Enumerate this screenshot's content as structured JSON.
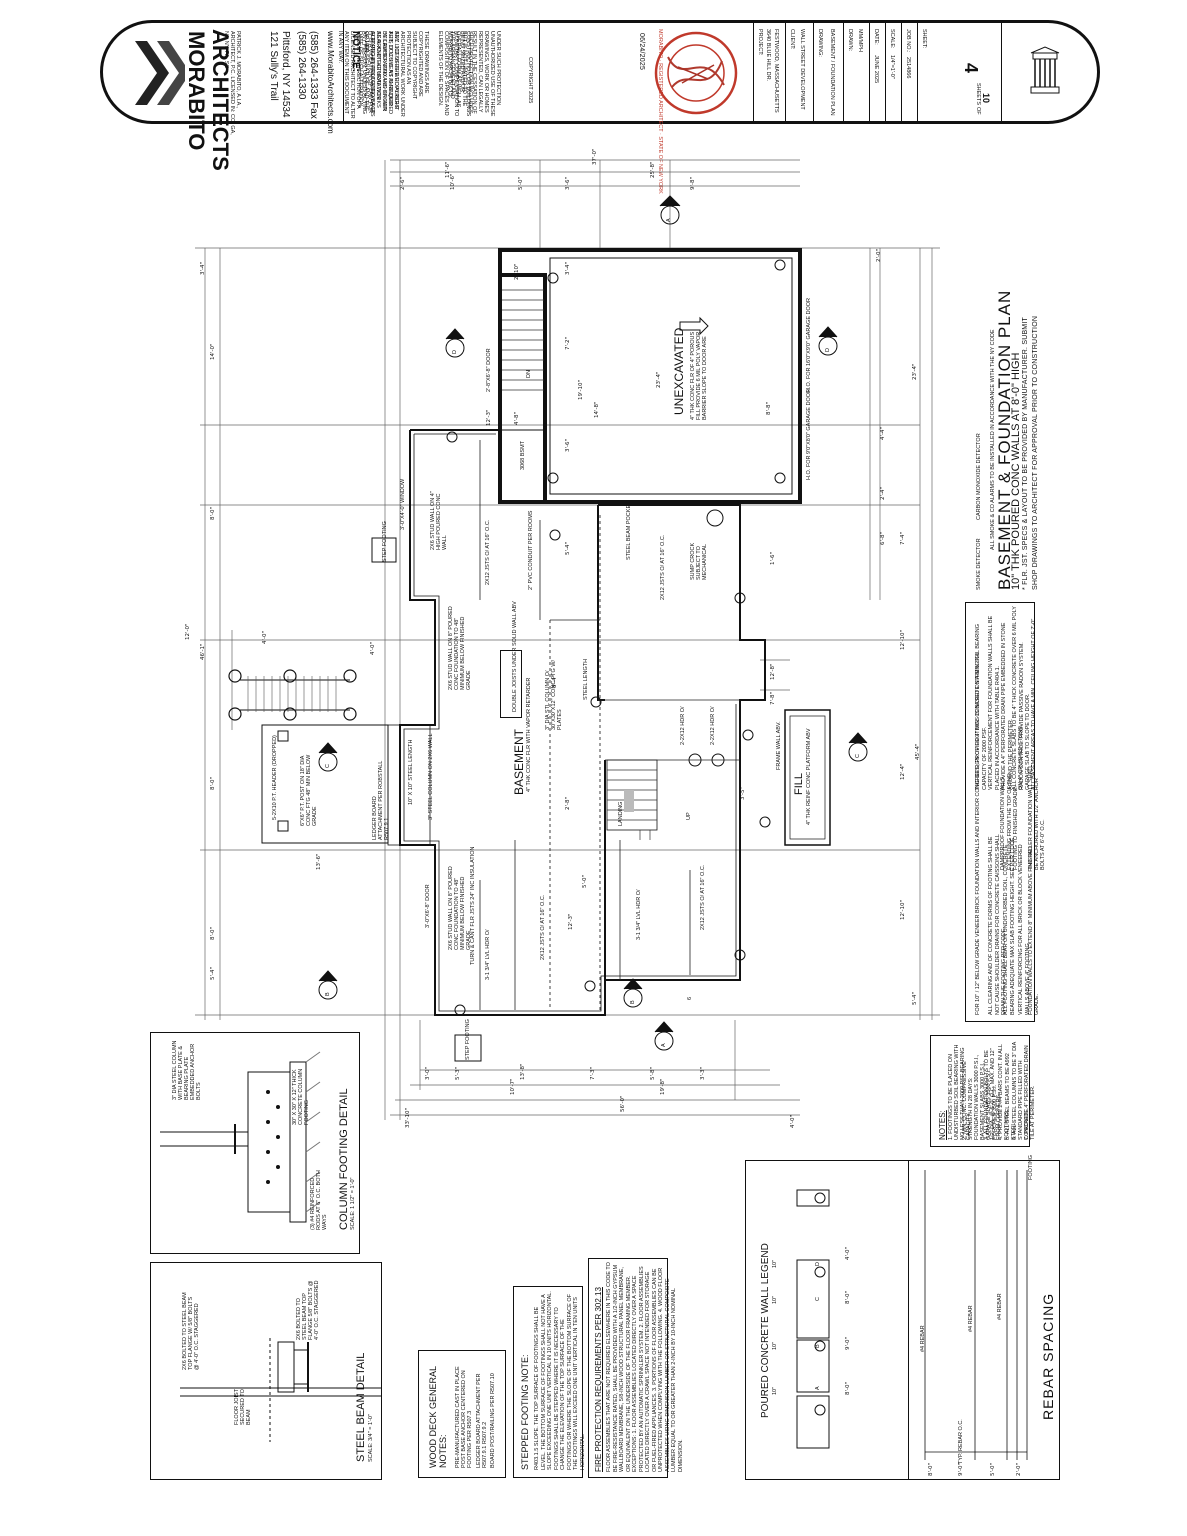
{
  "title_block": {
    "firm_line1": "MORABITO",
    "firm_line2": "ARCHITECTS",
    "firm_fine": "PATRICK J. MORABITO, A.I.A., ARCHITECT, P.C. LICENSED IN: CO, GA, NJ, NY, PA, SC",
    "address1": "121 Sully's Trail",
    "address2": "Pittsford, NY 14534",
    "phone": "(585) 264-1330",
    "fax": "(585) 264-1333 Fax",
    "web": "www.MorabitoArchitects.com",
    "notice_heading": "NOTICE:",
    "notice_p1": "IT IS A VIOLATION OF LAW FOR ANY PERSON, UNLESS ACTING UNDER THE DIRECTION OF A LICENSED ARCHITECT TO ALTER ANY ITEM ON THIS DOCUMENT IN ANY WAY.",
    "notice_p2": "ANY LICENSEE WHO ALTERS THIS DOCUMENT IS REQUIRED BY LAW TO AFFIX HIS OR HER SEAL AND THE NOTATION ALTERED BY FOLLOWED BY HIS OR HER SIGNATURE AND THE DATE OF SUCH ALTERATION.",
    "notice_p3": "THESE DRAWINGS ARE COPYRIGHTED AND ARE SUBJECT TO COPYRIGHT PROTECTION AS AN ARCHITECTURAL WORK UNDER SEC. 102 OF THE COPYRIGHT ACT, 17 U.S.C. AS AMENDED DECEMBER 1990 AND KNOWN AS ARCHITECTURAL WORKS COPYRIGHT PROTECTION ACT OF 1990.",
    "notice_p4": "SUCH PROTECTION INCLUDES BUT IS NOT LIMITED TO THE OVERALL FORM AS WELL AS THE ARRANGEMENT AND COMPOSITION OF SPACES AND ELEMENTS OF THE DESIGN.",
    "notice_p5": "UNDER SUCH PROTECTION UNAUTHORIZED USE OF THESE DRAWINGS, WORK OR HOMES REPRESENTED, CAN LEGALLY RESULT IN THE CESSATION OF CONSTRUCTION OR BUILDINGS BEING SEIZED AND/OR MONETARY COMPENSATION TO MORABITO ARCHITECTS.",
    "copyright": "COPYRIGHT 2025",
    "seal_date": "06/24/2025",
    "seal_text": "MORABITO · REGISTERED ARCHITECT · STATE OF NEW YORK",
    "project_label": "PROJECT:",
    "project_value1": "3640 BLUE HILL DR.",
    "project_value2": "FESTWOOD, MASSACHUSETTS",
    "client_label": "CLIENT:",
    "client_value": "WALL STREET DEVELOPMENT",
    "drawing_label": "DRAWING:",
    "drawing_value": "BASEMENT / FOUNDATION PLAN",
    "drawn_label": "DRAWN:",
    "drawn_value": "MM/MPH",
    "date_label": "DATE:",
    "date_value": "JUNE 2025",
    "scale_label": "SCALE:",
    "scale_value": "1/4\"=1'-0\"",
    "job_label": "JOB NO.:",
    "job_value": "2514866",
    "sheet_label": "SHEET:",
    "sheet_value": "4",
    "of_label": "OF",
    "sheets_total": "10",
    "sheets_label": "SHEETS"
  },
  "plan": {
    "title": "BASEMENT & FOUNDATION PLAN",
    "subtitle": "10\" THK POURED CONC WALLS AT 8'-0\" HIGH",
    "note1": "* FLR. JST. SPECS & LAYOUT TO BE PROVIDED BY MANUFACTURER. SUBMIT",
    "note2": "SHOP DRAWINGS TO ARCHITECT FOR APPROVAL PRIOR TO CONSTRUCTION",
    "unexcavated": "UNEXCAVATED",
    "garage_note": "4\" THK CONC FLR OF 4\" POROUS FILL PROVIDE 6 MIL POLY VAPOR BARRIER SLOPE TO DOOR ARE",
    "basement": "BASEMENT",
    "basement_note": "4\" THK CONC FLR WITH VAPOR RETARDER",
    "fill": "FILL",
    "fill_note": "4\" THK REINF CONC PLATFORM ABV",
    "garage_door_1": "H.O. FOR 16'0\"X9'0\" GARAGE DOOR",
    "garage_door_2": "H.O. FOR 9'0\"X8'0\" GARAGE DOOR",
    "joists_1": "2X12 JSTS O/ AT 16\" O.C.",
    "joists_2": "2X12 JSTS O/ AT 16\" O.C.",
    "joists_3": "2X12 JSTS O/ AT 16\" O.C.",
    "joists_4": "2X12 JSTS O/ AT 16\" O.C.",
    "lvl_1": "3-1 3/4\" LVL HDR O/",
    "lvl_2": "3-1 3/4\" LVL HDR O/",
    "lvl_3": "2-2X12 HDR O/",
    "lvl_4": "2-2X12 HDR O/",
    "steel_length": "STEEL LENGTH",
    "col_note": "3\" DIA STL COLUMN O/ 30\"X30\"X12\" CONC FTG W/ PLATES",
    "sump": "SUMP CROCK SUBJECT TO MECHANICAL",
    "steel_beam_pocket": "STEEL BEAM POCKET",
    "pipe_note": "2\" PVC CONDUIT PER ROOMS",
    "double_joists": "DOUBLE JOISTS UNDER SOLID WALL ABV",
    "wall_1": "2X6 STUD WALL ON 4\" HIGH POURED CONC WALL",
    "wall_2": "2X6 STUD WALL ON 8\" POURED CONC FOUNDATION TO 48\" MINIMUM BELOW FINISHED GRADE",
    "wall_3": "2X6 STUD WALL ON 8\" POURED CONC FOUNDATION TO 48\" MINIMUM BELOW FINISHED GRADE",
    "wall_4": "TURN & CANT FLR JSTS 24\" INC INSULATION",
    "step_footing_1": "STEP FOOTING",
    "step_footing_2": "STEP FOOTING",
    "beam_note": "10\" X 10\" STEEL LENGTH",
    "column_note_2": "3\" STEEL COLUMN ON 2X6 WALL",
    "ledger": "LEDGER BOARD ATTACHMENT PER ROBSTALL R507.9.1",
    "header_note": "5-2X10 P.T. HEADER (DROPPED)",
    "post_note": "6\"X6\" P.T. POST ON 18\" DIA CONC FTG 48\" MIN BELOW GRADE",
    "frame_wall": "FRAME WALL ABV.",
    "landing": "LANDING",
    "up_label": "UP",
    "dn_label": "DN",
    "smoke_legend": "SMOKE DETECTOR",
    "co_legend": "CARBON MONOXIDE DETECTOR",
    "alarm_note": "ALL SMOKE & CO ALARMS TO BE INSTALLED IN ACCORDANCE WITH THE NY CODE",
    "window_1": "3'-0\"X4'-0\" WINDOW",
    "window_2": "3068 BSMT",
    "door_1": "2'-8\"X6'-8\" DOOR",
    "door_2": "3'-0\"X6'-8\" DOOR",
    "dims_top": [
      "37'-0\"",
      "11'-6\"",
      "25'-8\"",
      "2'-6\"",
      "10'-6\"",
      "9'-8\"",
      "5'-0\"",
      "3'-6\"",
      "4'-0\""
    ],
    "dims_left": [
      "3'-4\"",
      "14'-0\"",
      "8'-0\"",
      "12'-0\"",
      "46'-1\"",
      "8'-0\"",
      "8'-0\"",
      "5'-4\""
    ],
    "dims_right": [
      "2'-0\"",
      "23'-4\"",
      "4'-4\"",
      "2'-4\"",
      "6'-8\"",
      "7'-4\"",
      "12'-10\"",
      "45'-4\"",
      "12'-4\"",
      "12'-10\"",
      "5'-4\""
    ],
    "dims_bottom": [
      "3'-0\"",
      "5'-3\"",
      "13'-8\"",
      "7'-3\"",
      "5'-8\"",
      "3'-3\"",
      "10'-7\"",
      "19'-8\"",
      "56'-0\"",
      "33'-10\"",
      "4'-0\""
    ],
    "interior_dims": [
      "2'-10\"",
      "3'-4\"",
      "7'-2\"",
      "19'-10\"",
      "23'-4\"",
      "14'-8\"",
      "8'-8\"",
      "12'-3\"",
      "4'-8\"",
      "3'-6\"",
      "12'-3\"",
      "5'-4\"",
      "2'-8\"",
      "8'-4\"",
      "5'-0\"",
      "12'-8\"",
      "7'-8\"",
      "1'-6\"",
      "4'-0\"",
      "13'-6\"",
      "3'-5\""
    ],
    "section_a": "A",
    "section_b": "B",
    "section_c": "C",
    "section_d": "D",
    "sheet_ref": "6"
  },
  "notes_box_1": {
    "items": [
      "FOR 10\" / 12\" BELOW GRADE VENEER BRICK FOUNDATION WALLS AND INTERIOR CONCRETE, PROVIDE 4\" MIN. CONCRETE STRENGTH.",
      "ALL CLEARING AND OF CONCRETE FORMS OF FOOTING SHALL BE NOT CAUSE SHOULDER DRAINS FOR CONCRETE CAISSONS SHALL DRAIN THE FOOTING PER CODE.",
      "ALL FOOTING SHALL BEAR ON UNDISTURBED SOIL, CONCRETE BEARING ADEQUATE MAX SLAB FOOTING HEIGHT. SEE PER CODE.",
      "VERTICAL REINFORCING FOR ALL BRICK OR BLOCK VENEERED WALLS ABOVE 4\" FOOTING.",
      "FOUNDATION WALLS TO EXTEND 8\" MINIMUM ABOVE FINISHED GRADE.",
      "DAMPPROOF FOUNDATION WALLS EXTENDING FROM THE TOP OF THE FOOTING TO FINISHED GRADE.",
      "THE TALLER FOUNDATION WALL SHALL BE ANCHORED WITH 1/2\" ANCHOR BOLTS AT 6'-0\" O.C."
    ],
    "items_b": [
      "THE DESIGN OF FOOTINGS IS BASED ON A MIN SOIL BEARING CAPACITY OF 2000 PSF.",
      "VERTICAL REINFORCEMENT FOR FOUNDATION WALLS SHALL BE PLACED IN ACCORDANCE WITH TABLE R404.1.",
      "PROVIDE A 4\" PERFORATED DRAIN PIPE EMBEDDED IN STONE AROUND THE PERIMETER.",
      "ALL CONCRETE SLABS TO BE 4\" THICK CONCRETE OVER 6 MIL POLY ON 4\" CRUSHED STONE.",
      "RADON CONTROL: PROVIDE PASSIVE RADON SYSTEM.",
      "GARAGE SLAB TO SLOPE TO DOOR.",
      "ALL BASEMENT AREAS TO HAVE A MIN. CEILING HEIGHT OF 7'-0\"."
    ]
  },
  "notes_box_2": {
    "heading": "NOTES:",
    "items": [
      "1. FOOTINGS TO BE PLACED ON UNDISTURBED SOIL BEARING WITH NO LESS THAN 2000 PSF BEARING CAPACITY.",
      "2. MIN. CONC. COMPRESSIVE STRENGTH IN 28 DAYS: FOUNDATION WALLS 3000 P.S.I., BASEMENT SLABS 3000 P.S.I., GARAGE SLABS 3500 P.S.I., PORCHES 3500 P.S.I.",
      "3. ALL FOUNDATION BOLTS TO BE 1/2\" DIA. @ 6'-0\" O.C. MAX. AND 12\" FROM CORNERS.",
      "4. PROVIDE 2-#4 BARS CONT. IN ALL FOOTINGS.",
      "5. ALL STEEL BEAMS TO BE A992 STEEL.",
      "6. ALL STEEL COLUMNS TO BE 3\" DIA STANDARD PIPE FILLED WITH CONCRETE.",
      "7. PROVIDE 4\" PERFORATED DRAIN TILE AT PERIMETER."
    ]
  },
  "column_footing": {
    "title": "COLUMN FOOTING DETAIL",
    "scale": "SCALE: 1 1/2\" = 1'-0\"",
    "note1": "3\" DIA STEEL COLUMN WITH BASE PLATE & BEARING PLATE EMBEDDED ANCHOR BOLTS",
    "note2": "30\" X 30\" X 12\" THICK CONCRETE COLUMN FOOTING",
    "note3": "(3) #4 REINFORCED RODS AT 6\" O.C. BOTH WAYS"
  },
  "steel_beam": {
    "title": "STEEL BEAM DETAIL",
    "scale": "SCALE: 3/4\" = 1'-0\"",
    "note1": "2X6 BOLTED TO STEEL BEAM TOP FLANGE W/ 5/8\" BOLTS @ 4'-0\" O.C. STAGGERED",
    "note2": "FLOOR JOIST SECURED TO BEAM",
    "note3": "2X6 BOLTED TO STEEL BEAM TOP FLANGE 5/8\" BOLTS @ 4'-0\" O.C. STAGGERED"
  },
  "wood_deck": {
    "heading": "WOOD DECK GENERAL NOTES:",
    "line1": "PRE-MANUFACTURED CAST IN PLACE POST BASE ANCHOR CENTERED ON FOOTING PER R507.3",
    "line2": "LEDGER BOARD ATTACHMENT PER R507.9.1 R507.9.2",
    "line3": "BOARD POST/RAILING PER R507.10"
  },
  "stepped_footing": {
    "heading": "STEPPED FOOTING NOTE:",
    "text": "R403.1.5 SLOPE. THE TOP SURFACE OF FOOTINGS SHALL BE LEVEL. THE BOTTOM SURFACE OF FOOTINGS SHALL NOT HAVE A SLOPE EXCEEDING ONE UNIT VERTICAL IN 10 UNITS HORIZONTAL. FOOTINGS SHALL BE STEPPED WHERE IT IS NECESSARY TO CHANGE THE ELEVATION OF THE TOP SURFACE OF THE FOOTINGS OR WHERE THE SLOPE OF THE BOTTOM SURFACE OF THE FOOTINGS WILL EXCEED ONE UNIT VERTICAL IN TEN UNITS HORIZONTAL."
  },
  "fire_protection": {
    "heading": "FIRE PROTECTION REQUIREMENTS PER 302.13",
    "text": "FLOOR ASSEMBLIES THAT ARE NOT REQUIRED ELSEWHERE IN THIS CODE TO BE FIRE-RESISTANCE RATED, SHALL BE PROVIDED WITH A 1/2-INCH GYPSUM WALLBOARD MEMBRANE, 5/8-INCH WOOD STRUCTURAL PANEL MEMBRANE, OR EQUIVALENT ON THE UNDERSIDE OF THE FLOOR FRAMING MEMBER.",
    "exceptions": "EXCEPTIONS: 1. FLOOR ASSEMBLIES LOCATED DIRECTLY OVER A SPACE PROTECTED BY AN AUTOMATIC SPRINKLER SYSTEM. 2. FLOOR ASSEMBLIES LOCATED DIRECTLY OVER A CRAWL SPACE NOT INTENDED FOR STORAGE OR FUEL-FIRED APPLIANCES. 3. PORTIONS OF FLOOR ASSEMBLIES CAN BE UNPROTECTED WHEN COMPLYING WITH THE FOLLOWING. 4. WOOD FLOOR ASSEMBLIES USING DIMENSION LUMBER OR STRUCTURAL COMPOSITE LUMBER EQUAL TO OR GREATER THAN 2-INCH BY 10-INCH NOMINAL DIMENSION."
  },
  "wall_legend": {
    "title": "POURED CONCRETE WALL LEGEND",
    "labels": [
      "A",
      "B",
      "C",
      "D"
    ],
    "thick": [
      "10\"",
      "10\"",
      "10\"",
      "10\""
    ],
    "heights": [
      "8'-0\"",
      "9'-0\"",
      "8'-0\"",
      "4'-0\""
    ],
    "rebar_labels": [
      "#4 REBAR",
      "#4 REBAR",
      "#4 REBAR"
    ],
    "spacing": [
      "8'-0\"",
      "9'-0\"",
      "5'-0\"",
      "2'-0\""
    ]
  },
  "rebar_spacing": {
    "title": "REBAR SPACING",
    "footing": "FOOTING",
    "bottom": "TYP. REBAR O.C."
  }
}
